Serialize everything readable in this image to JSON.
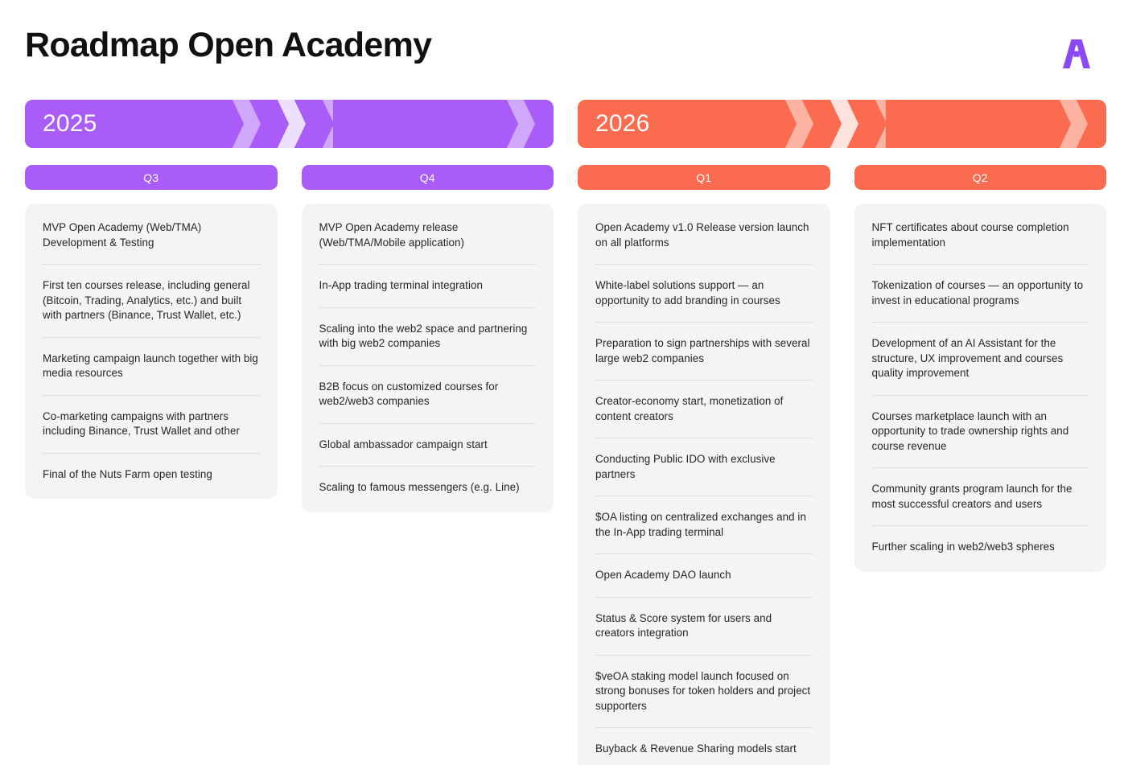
{
  "header": {
    "title": "Roadmap Open Academy",
    "logo_name": "open-academy-a-logo",
    "logo_color": "#8b48f5"
  },
  "theme": {
    "purple": "#a95cf7",
    "purple_light": "#cfa7fb",
    "purple_extra_light": "#ece0fe",
    "orange": "#fa6b4f",
    "orange_light": "#fcb3a1",
    "orange_extra_light": "#fde3dc",
    "card_bg": "#f4f4f4",
    "divider": "#dedede",
    "text": "#262626",
    "page_bg": "#ffffff"
  },
  "years": [
    {
      "label": "2025",
      "accent": "purple",
      "quarters": [
        {
          "label": "Q3",
          "milestones": [
            "MVP Open Academy (Web/TMA) Development & Testing",
            "First ten courses release, including general (Bitcoin, Trading, Analytics, etc.) and built with partners (Binance, Trust Wallet, etc.)",
            "Marketing campaign launch together with big media resources",
            "Co-marketing campaigns with partners including Binance, Trust Wallet and other",
            "Final of the Nuts Farm open testing"
          ]
        },
        {
          "label": "Q4",
          "milestones": [
            "MVP Open Academy release (Web/TMA/Mobile application)",
            "In-App trading terminal integration",
            "Scaling into the web2 space and partnering with big web2 companies",
            "B2B focus on customized courses for web2/web3 companies",
            "Global ambassador campaign start",
            "Scaling to famous messengers (e.g. Line)"
          ]
        }
      ]
    },
    {
      "label": "2026",
      "accent": "orange",
      "quarters": [
        {
          "label": "Q1",
          "milestones": [
            "Open Academy v1.0 Release version launch on all platforms",
            "White-label solutions support — an opportunity to add branding in courses",
            "Preparation to sign partnerships with several large web2 companies",
            "Creator-economy start, monetization of content creators",
            "Conducting Public IDO with exclusive partners",
            "$OA listing on centralized exchanges and in the In-App trading terminal",
            "Open Academy DAO launch",
            "Status & Score system for users and creators integration",
            "$veOA staking model launch focused on strong bonuses for token holders and project supporters",
            "Buyback & Revenue Sharing models start"
          ]
        },
        {
          "label": "Q2",
          "milestones": [
            "NFT certificates about course completion implementation",
            "Tokenization of courses — an opportunity to invest in educational programs",
            "Development of an AI Assistant for the structure, UX improvement and courses quality improvement",
            "Courses marketplace launch with an opportunity to trade ownership rights and course revenue",
            "Community grants program launch for the most successful creators and users",
            "Further scaling in web2/web3 spheres"
          ]
        }
      ]
    }
  ]
}
